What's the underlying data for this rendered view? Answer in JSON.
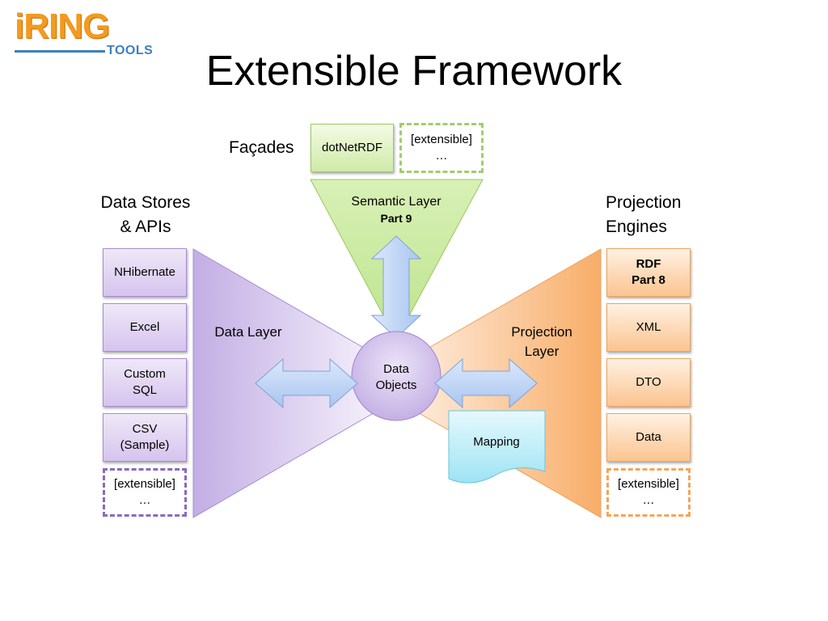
{
  "logo": {
    "brand": "iRING",
    "sub": "TOOLS"
  },
  "title": "Extensible Framework",
  "labels": {
    "facades": "Façades",
    "data_stores_line1": "Data Stores",
    "data_stores_line2": "& APIs",
    "projection_engines_line1": "Projection",
    "projection_engines_line2": "Engines"
  },
  "facade_boxes": {
    "dotnetrdf": "dotNetRDF",
    "extensible_line1": "[extensible]",
    "extensible_line2": "…"
  },
  "data_stores": [
    {
      "line1": "NHibernate",
      "line2": ""
    },
    {
      "line1": "Excel",
      "line2": ""
    },
    {
      "line1": "Custom",
      "line2": "SQL"
    },
    {
      "line1": "CSV",
      "line2": "(Sample)"
    }
  ],
  "data_stores_extensible": {
    "line1": "[extensible]",
    "line2": "…"
  },
  "projection_engines": [
    {
      "line1": "RDF",
      "line2": "Part 8",
      "bold": true
    },
    {
      "line1": "XML",
      "line2": "",
      "bold": false
    },
    {
      "line1": "DTO",
      "line2": "",
      "bold": false
    },
    {
      "line1": "Data",
      "line2": "",
      "bold": false
    }
  ],
  "projection_extensible": {
    "line1": "[extensible]",
    "line2": "…"
  },
  "layers": {
    "semantic_line1": "Semantic Layer",
    "semantic_line2": "Part 9",
    "data_layer": "Data Layer",
    "projection_line1": "Projection",
    "projection_line2": "Layer",
    "data_objects_line1": "Data",
    "data_objects_line2": "Objects",
    "mapping": "Mapping"
  },
  "colors": {
    "purple": "#c6b2e6",
    "orange": "#f9b77a",
    "green": "#c9e8a0",
    "arrow_blue": "#bcd3f6"
  }
}
